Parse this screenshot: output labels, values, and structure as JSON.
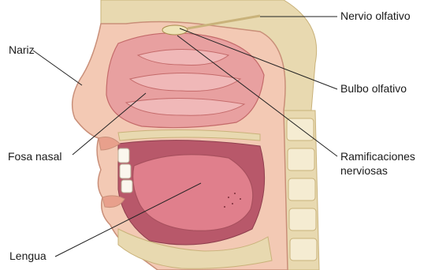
{
  "labels": {
    "nervio_olfativo": "Nervio olfativo",
    "nariz": "Nariz",
    "bulbo_olfativo": "Bulbo olfativo",
    "fosa_nasal": "Fosa nasal",
    "ramificaciones_line1": "Ramificaciones",
    "ramificaciones_line2": "nerviosas",
    "lengua": "Lengua"
  },
  "colors": {
    "skin": "#f3c9b4",
    "skin_outline": "#c98f79",
    "nasal_mucosa": "#e8a0a0",
    "tongue": "#d9707e",
    "bone": "#e8d9b0",
    "leader_line": "#222222"
  }
}
